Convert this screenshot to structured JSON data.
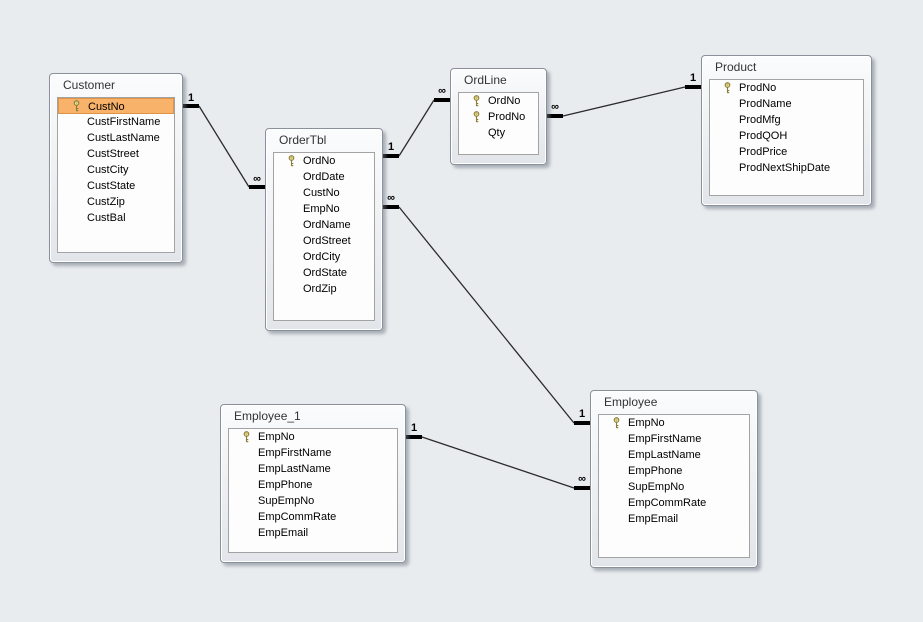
{
  "diagram": {
    "kind": "access-relationships-view",
    "colors": {
      "canvas_background": "#e9ecef",
      "window_border": "#8b919b",
      "window_fill_top": "#fbfcfd",
      "window_fill_bottom": "#e2e5e9",
      "field_list_bg": "#fdfdfd",
      "selected_row_bg": "#f9b26a",
      "selected_row_border": "#de9346",
      "key_icon_fill": "#f3e695",
      "key_icon_stroke": "#8a7c36",
      "relationship_line": "#2b2b2b"
    }
  },
  "tables": [
    {
      "title": "Customer",
      "fields": [
        {
          "name": "CustNo",
          "key": true,
          "selected": true
        },
        {
          "name": "CustFirstName"
        },
        {
          "name": "CustLastName"
        },
        {
          "name": "CustStreet"
        },
        {
          "name": "CustCity"
        },
        {
          "name": "CustState"
        },
        {
          "name": "CustZip"
        },
        {
          "name": "CustBal"
        }
      ]
    },
    {
      "title": "OrderTbl",
      "fields": [
        {
          "name": "OrdNo",
          "key": true
        },
        {
          "name": "OrdDate"
        },
        {
          "name": "CustNo"
        },
        {
          "name": "EmpNo"
        },
        {
          "name": "OrdName"
        },
        {
          "name": "OrdStreet"
        },
        {
          "name": "OrdCity"
        },
        {
          "name": "OrdState"
        },
        {
          "name": "OrdZip"
        }
      ]
    },
    {
      "title": "OrdLine",
      "fields": [
        {
          "name": "OrdNo",
          "key": true
        },
        {
          "name": "ProdNo",
          "key": true
        },
        {
          "name": "Qty"
        }
      ]
    },
    {
      "title": "Product",
      "fields": [
        {
          "name": "ProdNo",
          "key": true
        },
        {
          "name": "ProdName"
        },
        {
          "name": "ProdMfg"
        },
        {
          "name": "ProdQOH"
        },
        {
          "name": "ProdPrice"
        },
        {
          "name": "ProdNextShipDate"
        }
      ]
    },
    {
      "title": "Employee_1",
      "fields": [
        {
          "name": "EmpNo",
          "key": true
        },
        {
          "name": "EmpFirstName"
        },
        {
          "name": "EmpLastName"
        },
        {
          "name": "EmpPhone"
        },
        {
          "name": "SupEmpNo"
        },
        {
          "name": "EmpCommRate"
        },
        {
          "name": "EmpEmail"
        }
      ]
    },
    {
      "title": "Employee",
      "fields": [
        {
          "name": "EmpNo",
          "key": true
        },
        {
          "name": "EmpFirstName"
        },
        {
          "name": "EmpLastName"
        },
        {
          "name": "EmpPhone"
        },
        {
          "name": "SupEmpNo"
        },
        {
          "name": "EmpCommRate"
        },
        {
          "name": "EmpEmail"
        }
      ]
    }
  ],
  "relationships": [
    {
      "from_table": "Customer",
      "to_table": "OrderTbl",
      "from_label": "1",
      "to_label": "∞"
    },
    {
      "from_table": "OrderTbl",
      "to_table": "OrdLine",
      "from_label": "1",
      "to_label": "∞"
    },
    {
      "from_table": "OrdLine",
      "to_table": "Product",
      "from_label": "∞",
      "to_label": "1"
    },
    {
      "from_table": "OrderTbl",
      "to_table": "Employee",
      "from_label": "∞",
      "to_label": "1"
    },
    {
      "from_table": "Employee_1",
      "to_table": "Employee",
      "from_label": "1",
      "to_label": "∞"
    }
  ]
}
